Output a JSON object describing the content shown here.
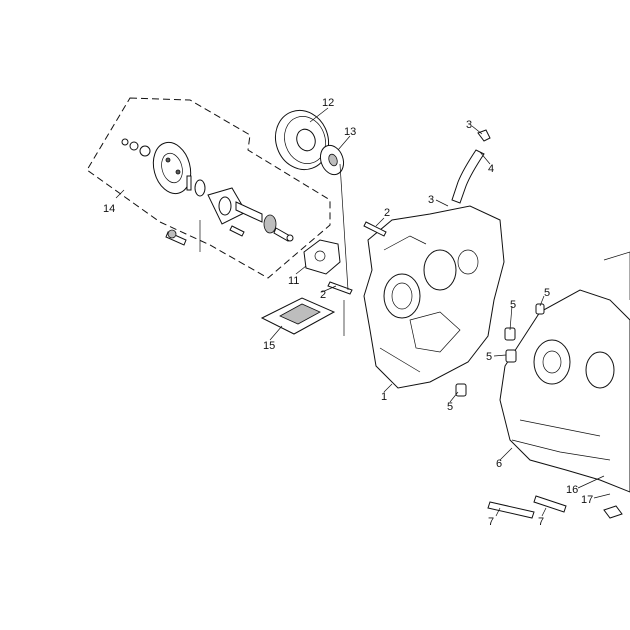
{
  "callouts": [
    "1",
    "2",
    "2",
    "3",
    "3",
    "4",
    "5",
    "5",
    "5",
    "5",
    "6",
    "7",
    "7",
    "11",
    "12",
    "13",
    "14",
    "15",
    "16",
    "17"
  ]
}
